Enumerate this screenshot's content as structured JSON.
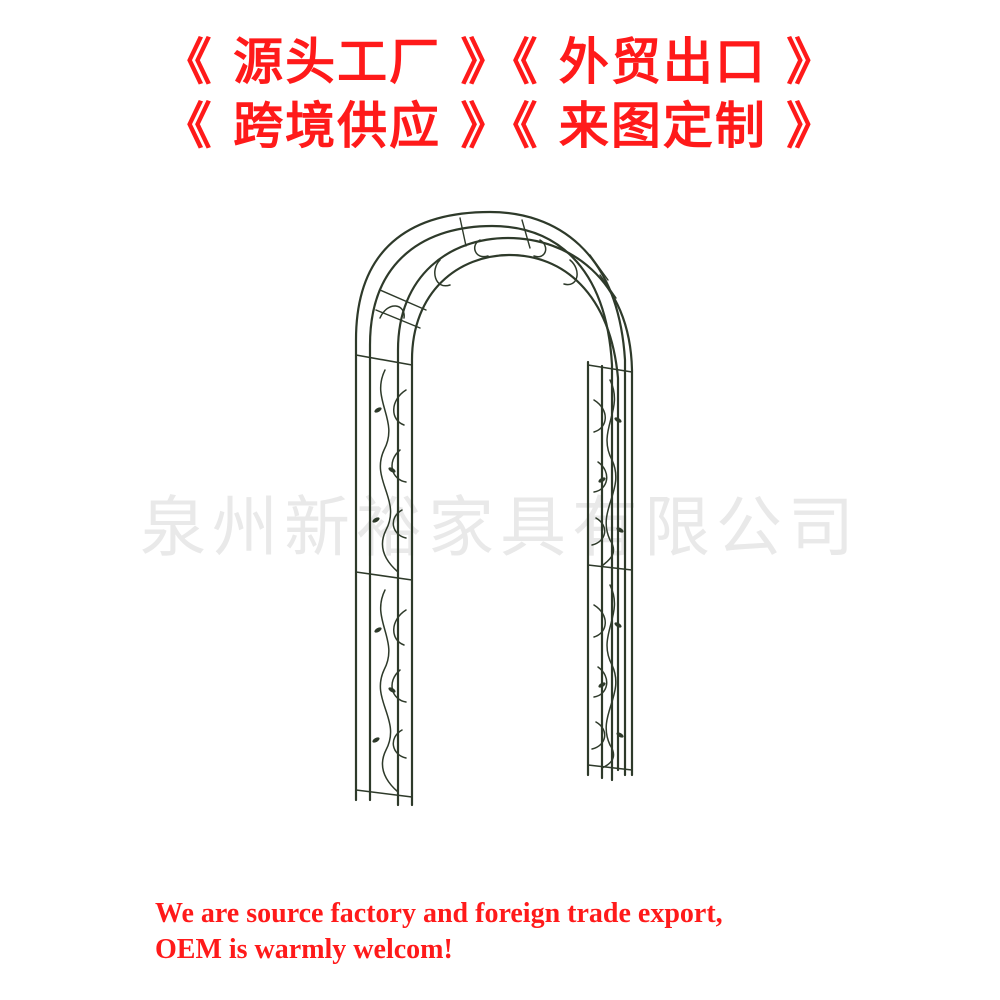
{
  "headline": {
    "line1": "《 源头工厂 》《 外贸出口 》",
    "line2": "《 跨境供应 》《 来图定制 》"
  },
  "watermark": "泉州新裕家具有限公司",
  "footer": {
    "line1": "We are source factory and foreign trade export,",
    "line2": "OEM is warmly welcom!"
  },
  "colors": {
    "headline": "#ff1a1a",
    "footer": "#ff1a1a",
    "frame": "#2e3a2a",
    "watermark": "#e9e9e9"
  },
  "image": {
    "subject": "garden-arch"
  }
}
